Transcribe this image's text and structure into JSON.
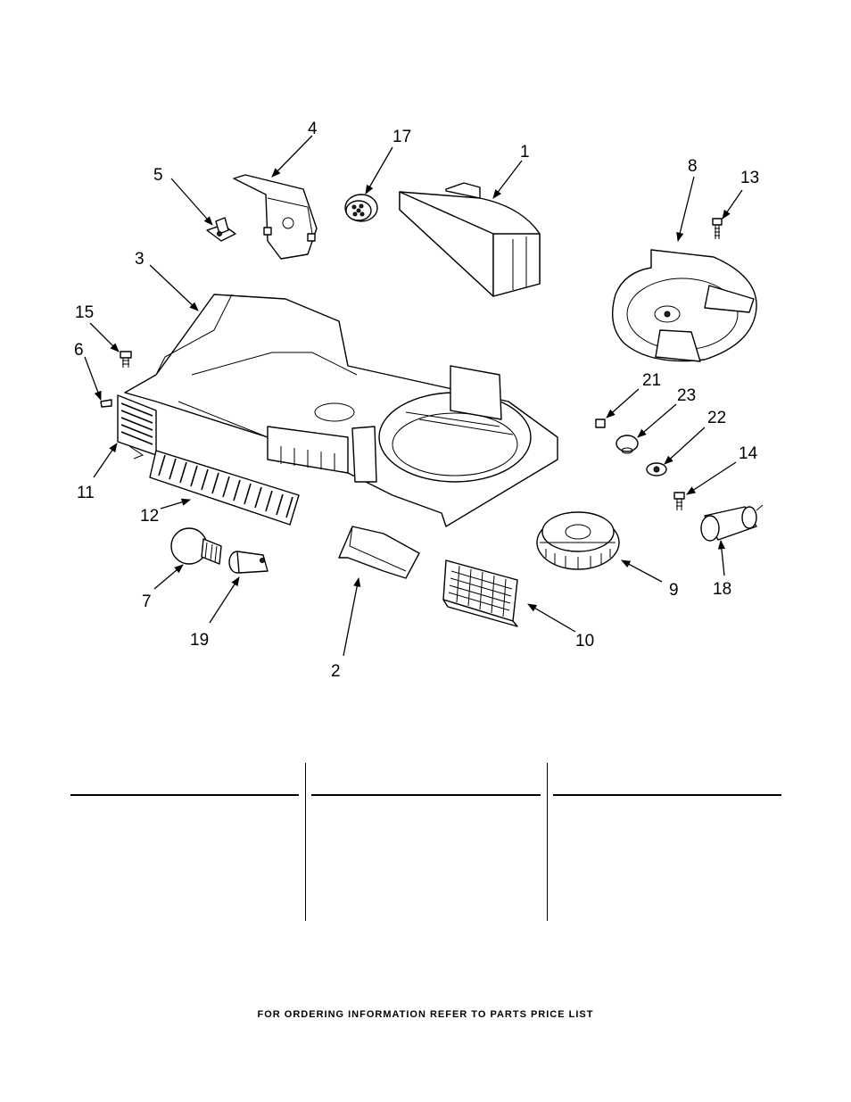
{
  "diagram": {
    "callouts": [
      "1",
      "2",
      "3",
      "4",
      "5",
      "6",
      "7",
      "8",
      "9",
      "10",
      "11",
      "12",
      "13",
      "14",
      "15",
      "17",
      "18",
      "19",
      "21",
      "22",
      "23"
    ]
  },
  "footer": {
    "text": "FOR ORDERING INFORMATION REFER TO PARTS PRICE LIST"
  }
}
